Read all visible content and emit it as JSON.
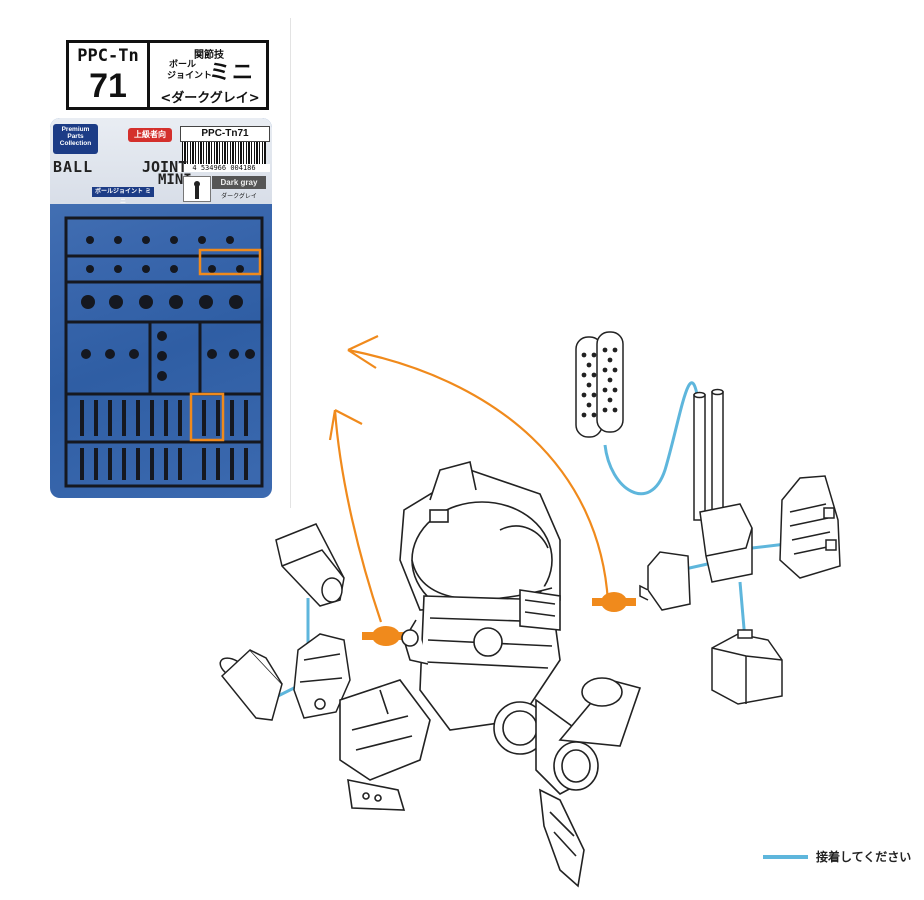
{
  "label": {
    "code_prefix": "PPC-Tn",
    "code_number": "71",
    "series": "関節技",
    "name_kana_line1": "ボール",
    "name_kana_line2": "ジョイント",
    "name_mini": "ミニ",
    "color": "<ダークグレイ>"
  },
  "package": {
    "brand": "Premium Parts Collection",
    "badge": "上級者向",
    "code": "PPC-Tn71",
    "barcode_number": "4 534966 004186",
    "title_left": "BALL",
    "title_right": "JOINT",
    "title_bottom": "MINI",
    "subtitle": "ボールジョイント ミニ",
    "color_label": "Dark gray",
    "color_kana": "ダークグレイ"
  },
  "legend": {
    "text": "接着してください",
    "color": "#5eb6dc"
  },
  "colors": {
    "glue_line": "#5eb6dc",
    "arrow": "#f08a1c",
    "joint_highlight": "#f08a1c",
    "card": "#3a67ad"
  }
}
